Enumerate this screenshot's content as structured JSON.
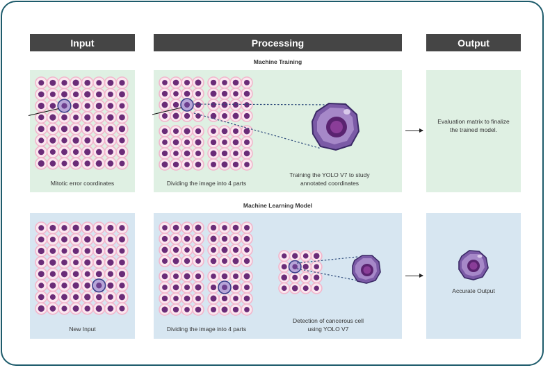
{
  "headers": {
    "input": "Input",
    "processing": "Processing",
    "output": "Output"
  },
  "sections": {
    "training": {
      "label": "Machine Training",
      "input_caption": "Mitotic error coordinates",
      "processing_caption_left": "Dividing the image into 4 parts",
      "processing_caption_right": "Training the YOLO V7 to study annotated coordinates",
      "output_text": "Evaluation matrix to finalize the trained model."
    },
    "model": {
      "label": "Machine Learning Model",
      "input_caption": "New Input",
      "processing_caption_left": "Dividing the image into 4 parts",
      "processing_caption_right": "Detection of cancerous cell using YOLO V7",
      "output_text": "Accurate Output"
    }
  },
  "colors": {
    "frame": "#1d5b6b",
    "header_bg": "#454545",
    "training_bg": "#dff0e3",
    "model_bg": "#d7e6f1",
    "cell_ring": "#f2b6cc",
    "cell_nucleus": "#6a2c78",
    "highlight": "#3b3f8a"
  }
}
